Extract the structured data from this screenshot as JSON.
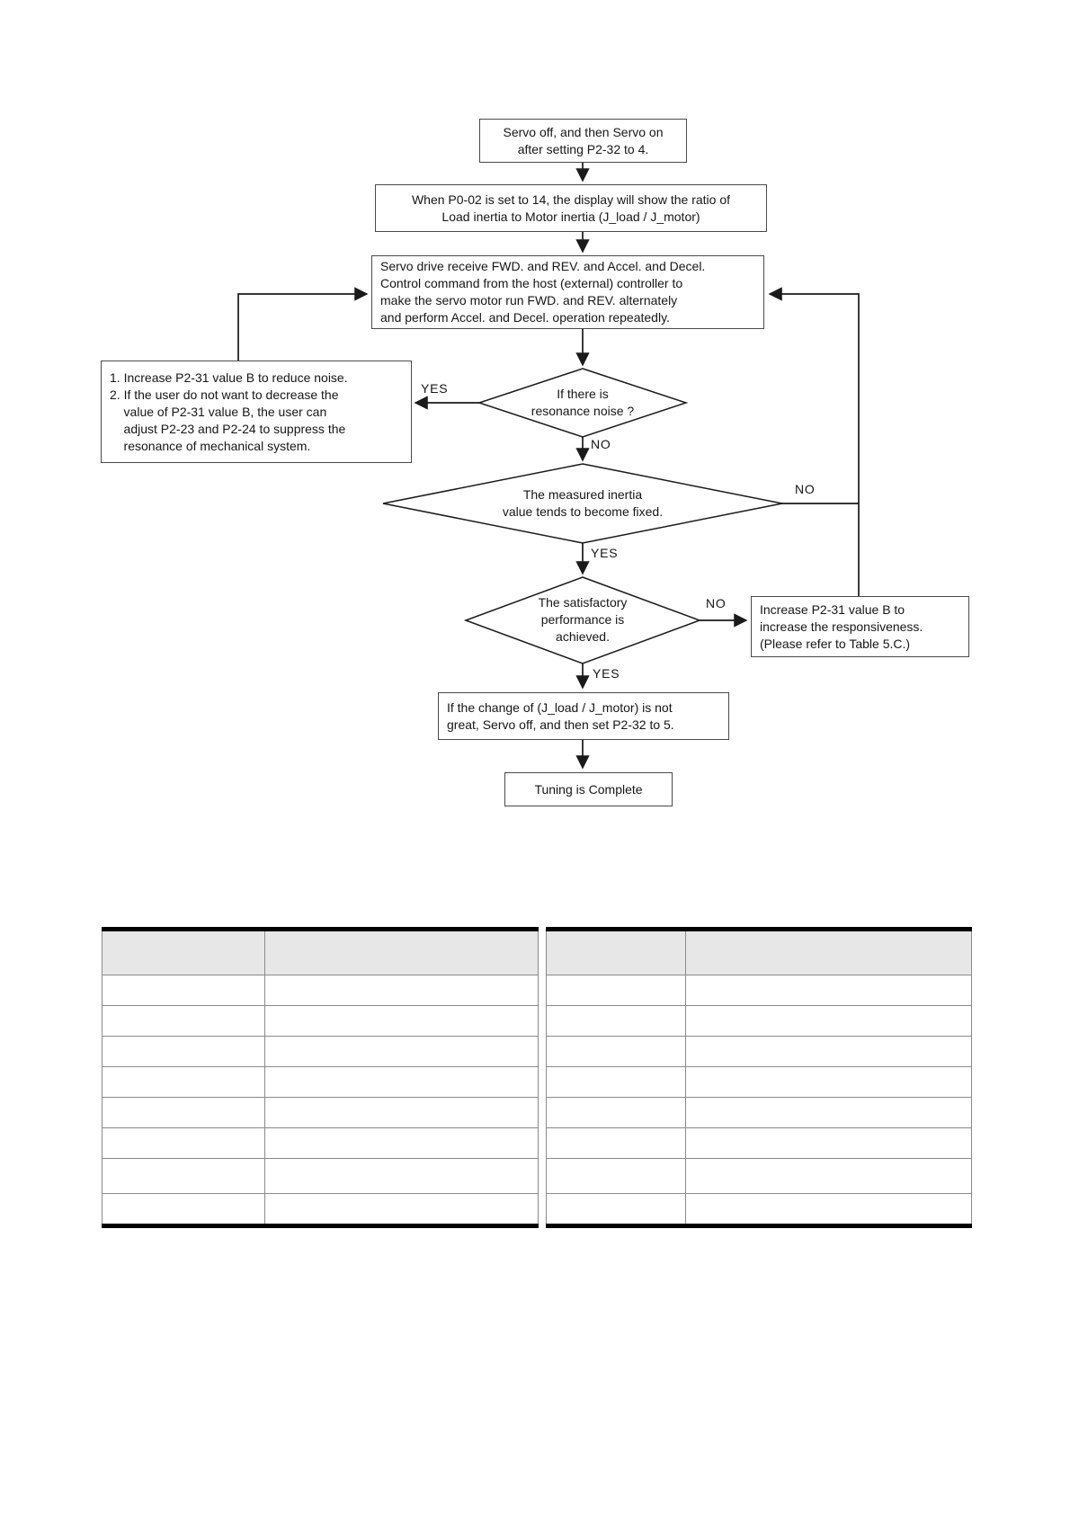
{
  "flowchart": {
    "boxes": {
      "servo_off": "Servo off, and then Servo on\nafter setting P2-32 to 4.",
      "display_ratio": "When P0-02 is set to 14, the display will show the ratio of\nLoad inertia to Motor inertia (J_load / J_motor)",
      "servo_drive": "Servo drive receive FWD. and REV. and Accel. and Decel.\nControl command from the host (external) controller to\nmake the servo motor run FWD. and REV. alternately\nand perform Accel. and Decel. operation repeatedly.",
      "reduce_noise": "1. Increase P2-31 value B to reduce noise.\n2. If the user do not want to decrease the\n    value of P2-31 value B, the user can\n    adjust P2-23 and P2-24 to suppress the\n    resonance of mechanical system.",
      "increase_responsiveness": "Increase P2-31 value B to\nincrease the responsiveness.\n(Please refer to Table 5.C.)",
      "set_p232_to_5": "If the change of (J_load / J_motor) is not\ngreat, Servo off, and then set P2-32 to 5.",
      "tuning_complete": "Tuning is Complete"
    },
    "decisions": {
      "resonance": "If there is\nresonance noise ?",
      "inertia_fixed": "The measured inertia\nvalue tends to become fixed.",
      "performance": "The satisfactory\nperformance is\nachieved."
    },
    "edge_labels": {
      "resonance_yes": "YES",
      "resonance_no": "NO",
      "inertia_no": "NO",
      "inertia_yes": "YES",
      "performance_no": "NO",
      "performance_yes": "YES"
    }
  },
  "tables": {
    "left": {
      "header": [
        "",
        ""
      ],
      "rows": [
        [
          "",
          ""
        ],
        [
          "",
          ""
        ],
        [
          "",
          ""
        ],
        [
          "",
          ""
        ],
        [
          "",
          ""
        ],
        [
          "",
          ""
        ],
        [
          "",
          ""
        ],
        [
          "",
          ""
        ]
      ]
    },
    "right": {
      "header": [
        "",
        ""
      ],
      "rows": [
        [
          "",
          ""
        ],
        [
          "",
          ""
        ],
        [
          "",
          ""
        ],
        [
          "",
          ""
        ],
        [
          "",
          ""
        ],
        [
          "",
          ""
        ],
        [
          "",
          ""
        ],
        [
          "",
          ""
        ]
      ]
    }
  },
  "colors": {
    "line": "#1a1a1a",
    "box_border": "#4a4a4a",
    "table_header_fill": "#e7e7e7",
    "table_inner_border": "#8a8a8a",
    "table_frame": "#000000"
  }
}
